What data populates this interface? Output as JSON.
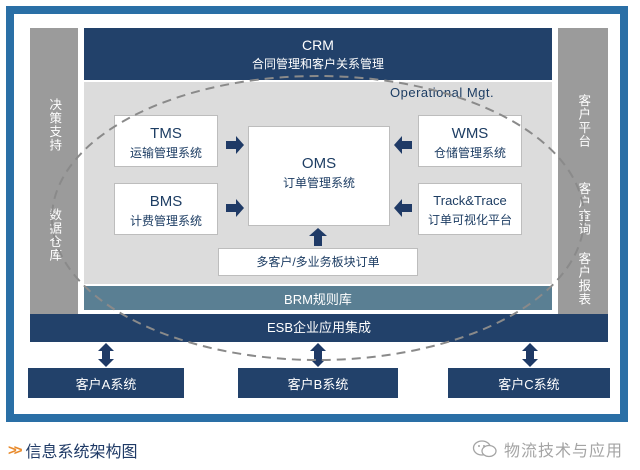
{
  "crm": {
    "title": "CRM",
    "subtitle": "合同管理和客户关系管理"
  },
  "ops_label": "Operational Mgt.",
  "left_sidebar": {
    "top": "决策支持",
    "bottom": "数据仓库"
  },
  "right_sidebar": {
    "top": "客户平台",
    "middle": "客户查询",
    "bottom": "客户报表"
  },
  "tms": {
    "title": "TMS",
    "subtitle": "运输管理系统"
  },
  "bms": {
    "title": "BMS",
    "subtitle": "计费管理系统"
  },
  "oms": {
    "title": "OMS",
    "subtitle": "订单管理系统"
  },
  "wms": {
    "title": "WMS",
    "subtitle": "仓储管理系统"
  },
  "track": {
    "title": "Track&Trace",
    "subtitle": "订单可视化平台"
  },
  "multi_order": "多客户/多业务板块订单",
  "brm": "BRM规则库",
  "esb": "ESB企业应用集成",
  "customers": {
    "a": "客户A系统",
    "b": "客户B系统",
    "c": "客户C系统"
  },
  "caption": "信息系统架构图",
  "caption_marker": ">>",
  "watermark": "物流技术与应用"
}
